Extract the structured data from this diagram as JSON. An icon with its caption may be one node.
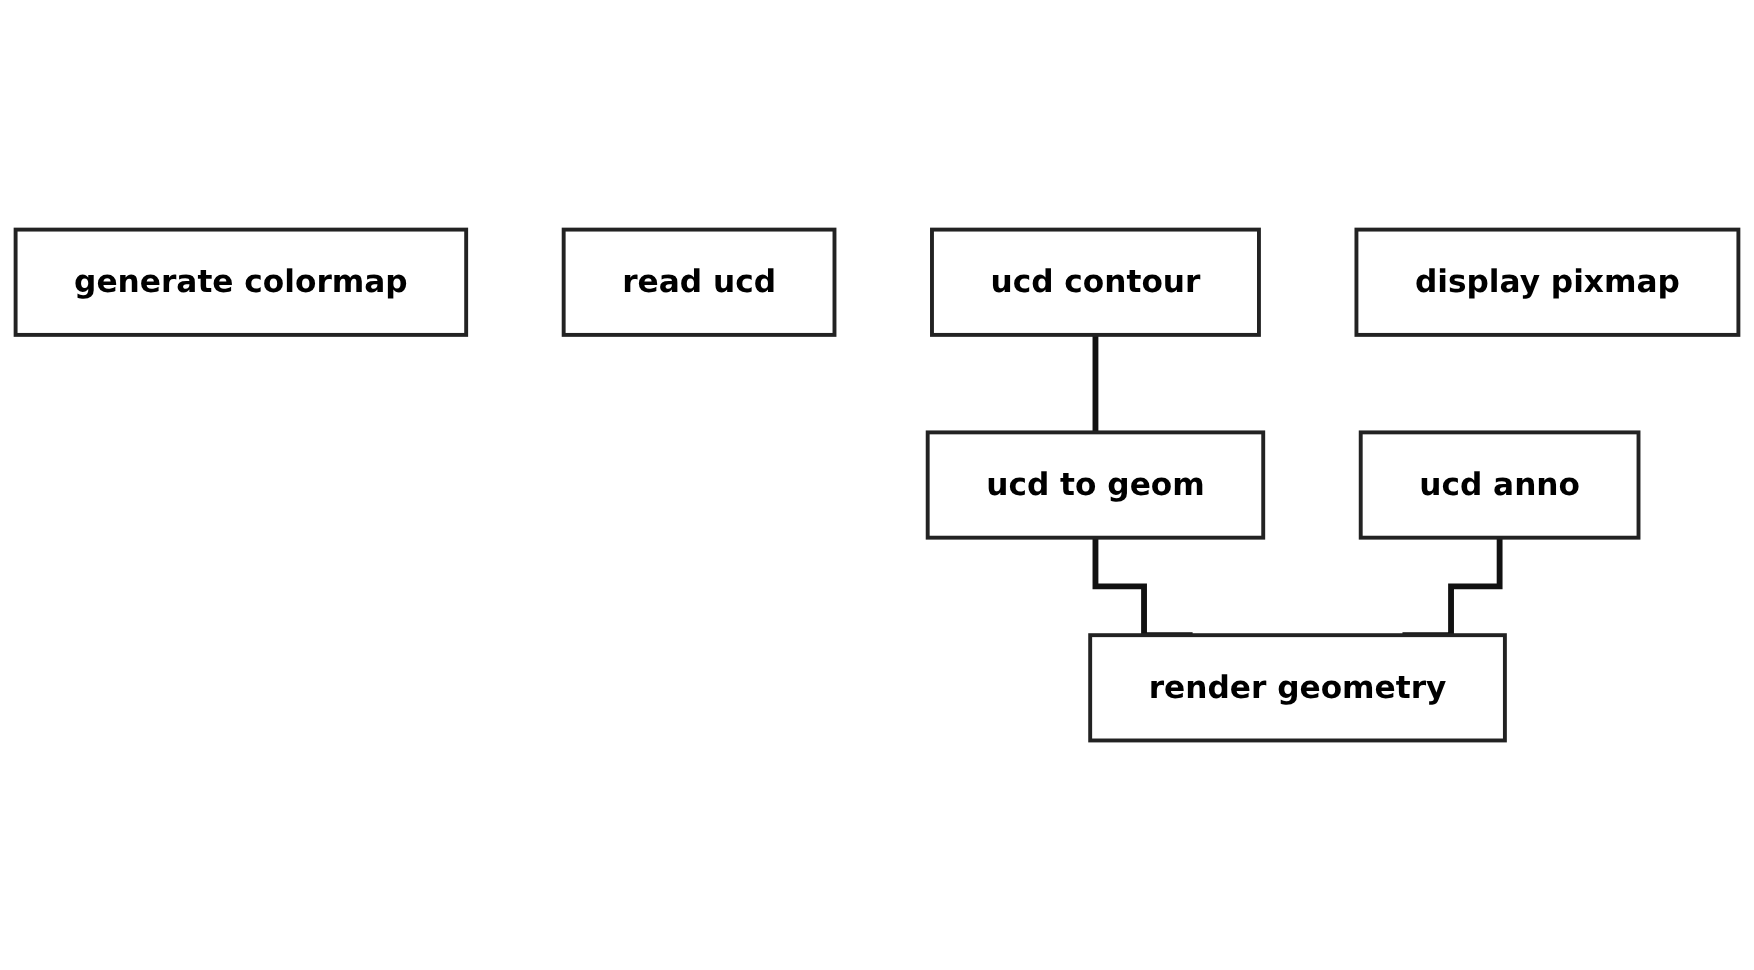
{
  "diagram": {
    "nodes": [
      {
        "text": [
          "generate colormap"
        ]
      },
      {
        "text": [
          "read ucd"
        ]
      },
      {
        "text": [
          "ucd contour"
        ]
      },
      {
        "text": [
          "ucd to geom"
        ]
      },
      {
        "text": [
          "ucd anno"
        ]
      },
      {
        "text": [
          "render geometry"
        ]
      },
      {
        "text": [
          "display pixmap"
        ]
      }
    ],
    "edges": [
      {
        "from": 2,
        "to": 3,
        "arrow": "none"
      },
      {
        "from": 3,
        "to": 5,
        "arrow": "none"
      },
      {
        "from": 4,
        "to": 5,
        "arrow": "none"
      }
    ]
  }
}
